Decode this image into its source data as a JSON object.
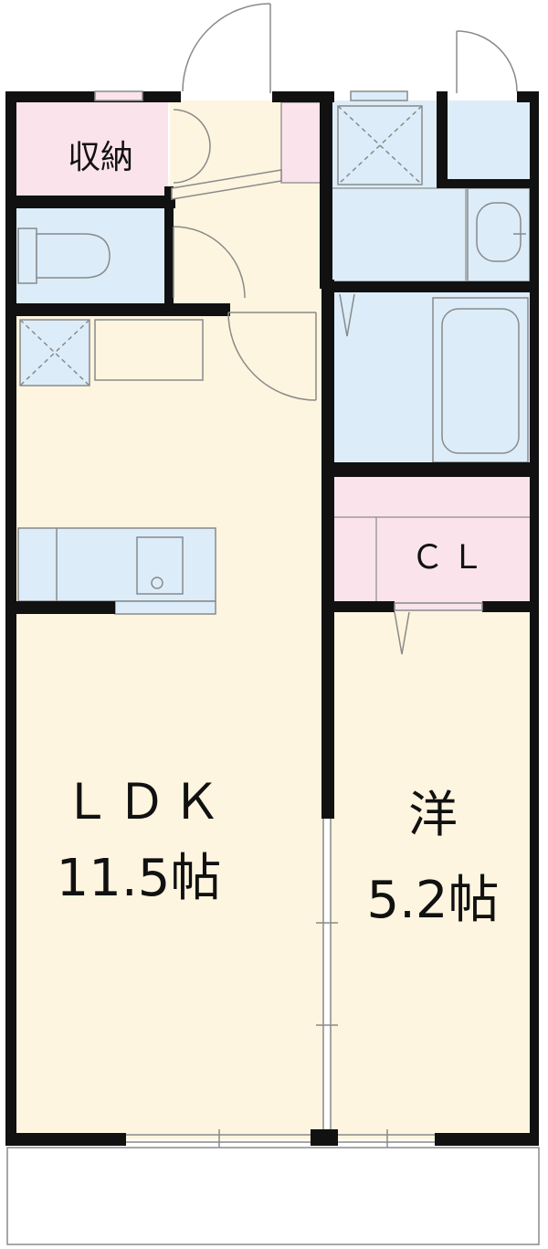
{
  "rooms": {
    "storage": {
      "label": "収納"
    },
    "ldk": {
      "name": "ＬＤＫ",
      "size": "11.5帖"
    },
    "western": {
      "name": "洋",
      "size": "5.2帖"
    },
    "closet": {
      "label": "ＣＬ"
    }
  },
  "colors": {
    "wall": "#111111",
    "living_floor": "#fdf5df",
    "wet_area": "#dcedf9",
    "storage": "#fbe3ec",
    "fixture_stroke": "#8a8a8a"
  }
}
